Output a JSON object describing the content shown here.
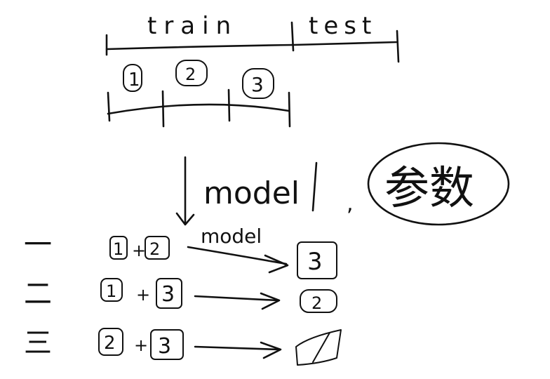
{
  "labels": {
    "train": "train",
    "test": "test",
    "fold_1": "1",
    "fold_2": "2",
    "fold_3": "3",
    "model_label": "model",
    "param_text": "参数",
    "comma": ","
  },
  "rows": [
    {
      "index": "一",
      "train_a": "1",
      "train_b": "2",
      "arrow_label": "model",
      "test": "3"
    },
    {
      "index": "二",
      "train_a": "1",
      "train_b": "3",
      "arrow_label": "",
      "test": "2"
    },
    {
      "index": "三",
      "train_a": "2",
      "train_b": "3",
      "arrow_label": "",
      "test": ""
    }
  ],
  "colors": {
    "ink": "#111111",
    "background": "#ffffff"
  }
}
